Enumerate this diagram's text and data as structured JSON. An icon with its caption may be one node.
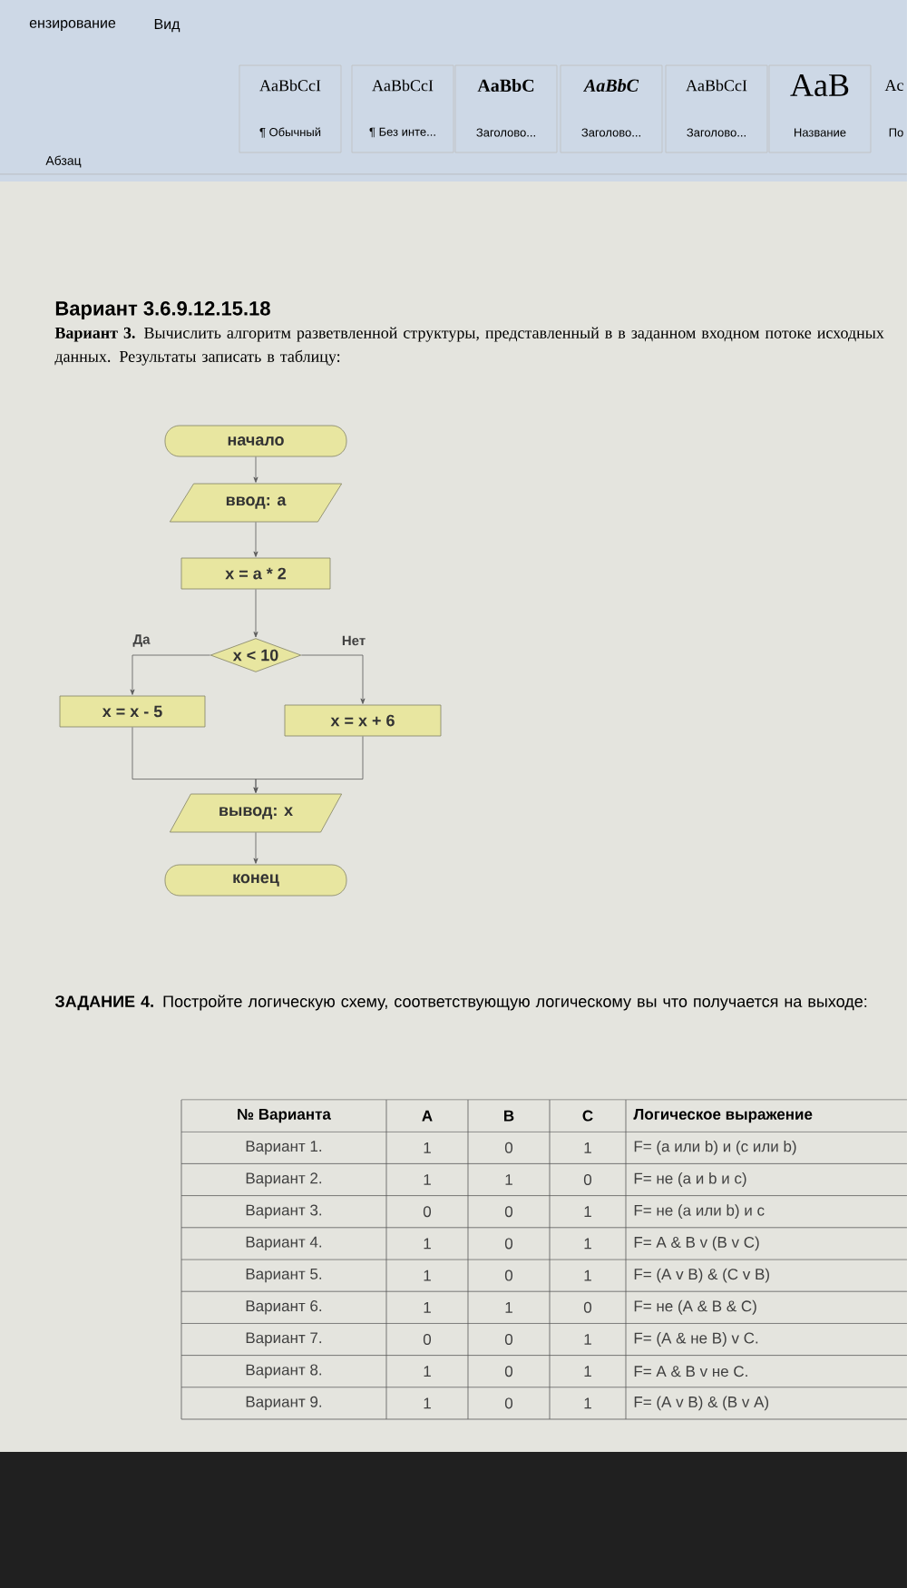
{
  "diagram": {
    "title": "Вариант 3.6.9.12.15.18",
    "nodes": [
      {
        "text": [
          "начало"
        ]
      },
      {
        "text": [
          "ввод: a"
        ]
      },
      {
        "text": [
          "x = a * 2"
        ]
      },
      {
        "text": [
          "x < 10"
        ]
      },
      {
        "text": [
          "x = x - 5"
        ]
      },
      {
        "text": [
          "x = x + 6"
        ]
      },
      {
        "text": [
          "вывод: x"
        ]
      },
      {
        "text": [
          "конец"
        ]
      }
    ],
    "edges": [
      {
        "from": 0,
        "to": 1,
        "arrow": "to"
      },
      {
        "from": 1,
        "to": 2,
        "arrow": "to"
      },
      {
        "from": 2,
        "to": 3,
        "arrow": "to"
      },
      {
        "from": 3,
        "to": 4,
        "arrow": "to",
        "label": "Да"
      },
      {
        "from": 3,
        "to": 5,
        "arrow": "to",
        "label": "Нет"
      },
      {
        "from": 4,
        "to": 6,
        "arrow": "to"
      },
      {
        "from": 5,
        "to": 6,
        "arrow": "to"
      },
      {
        "from": 6,
        "to": 7,
        "arrow": "to"
      }
    ],
    "labels": [
      "ензирование",
      "Вид",
      "AaBbCcI",
      "AaBbCcI",
      "AaBbC",
      "AaBbC",
      "AaBbCcI",
      "AaB",
      "Ac",
      "¶ Обычный",
      "¶ Без инте...",
      "Заголово...",
      "Заголово...",
      "Заголово...",
      "Название",
      "По",
      "Абзац",
      "**Вариант 3.** Вычислить алгоритм разветвленной структуры, представленный в в заданном входном потоке исходных данных. Результаты записать в таблицу:",
      "**ЗАДАНИЕ 4.** Постройте логическую схему, соответствующую логическому вы что получается на выходе:",
      "№ Варианта",
      "A",
      "B",
      "C",
      "Логическое выражение",
      "Вариант 1.",
      "1",
      "0",
      "1",
      "F= (a или b) и (c или b)",
      "Вариант 2.",
      "1",
      "1",
      "0",
      "F= не (a и b и c)",
      "Вариант 3.",
      "0",
      "0",
      "1",
      "F= не (a или b) и c",
      "Вариант 4.",
      "1",
      "0",
      "1",
      "F= A & B v (B v C)",
      "Вариант 5.",
      "1",
      "0",
      "1",
      "F= (A v B) & (C v B)",
      "Вариант 6.",
      "1",
      "1",
      "0",
      "F= не (A & B & C)",
      "Вариант 7.",
      "0",
      "0",
      "1",
      "F= (A & не B) v C.",
      "Вариант 8.",
      "1",
      "0",
      "1",
      "F= A & B v не C.",
      "Вариант 9.",
      "1",
      "0",
      "1",
      "F= (A v B) & (B v A)"
    ]
  }
}
